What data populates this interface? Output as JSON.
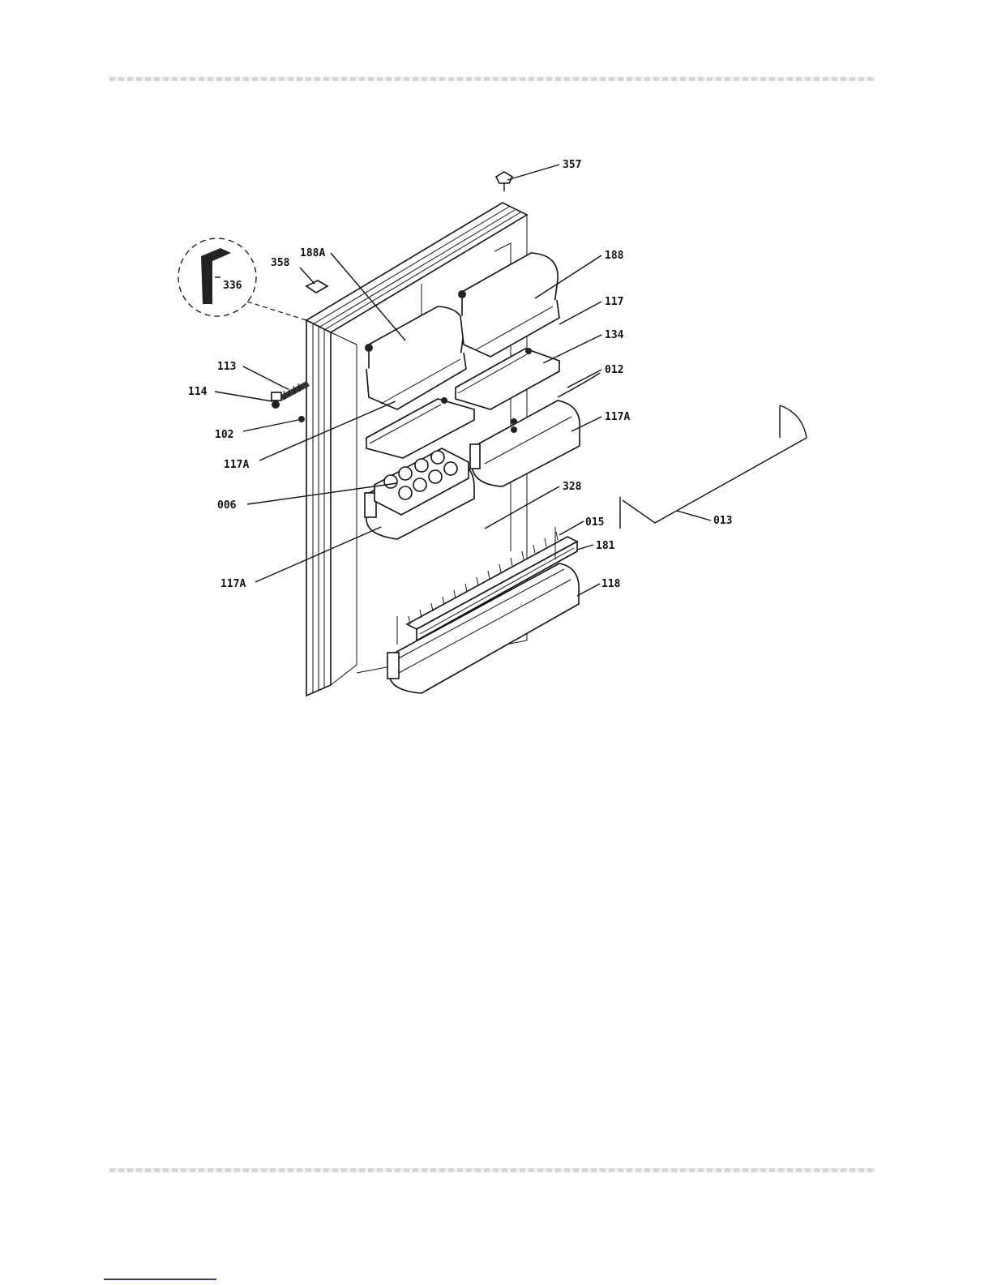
{
  "diagram": {
    "callouts": [
      {
        "id": "c357",
        "label": "357"
      },
      {
        "id": "c188a",
        "label": "188A"
      },
      {
        "id": "c188",
        "label": "188"
      },
      {
        "id": "c358",
        "label": "358"
      },
      {
        "id": "c336",
        "label": "336"
      },
      {
        "id": "c117",
        "label": "117"
      },
      {
        "id": "c134",
        "label": "134"
      },
      {
        "id": "c012",
        "label": "012"
      },
      {
        "id": "c113",
        "label": "113"
      },
      {
        "id": "c114",
        "label": "114"
      },
      {
        "id": "c117a_r",
        "label": "117A"
      },
      {
        "id": "c102",
        "label": "102"
      },
      {
        "id": "c117a_l",
        "label": "117A"
      },
      {
        "id": "c006",
        "label": "006"
      },
      {
        "id": "c328",
        "label": "328"
      },
      {
        "id": "c013",
        "label": "013"
      },
      {
        "id": "c015",
        "label": "015"
      },
      {
        "id": "c181",
        "label": "181"
      },
      {
        "id": "c117a_b",
        "label": "117A"
      },
      {
        "id": "c118",
        "label": "118"
      }
    ]
  }
}
